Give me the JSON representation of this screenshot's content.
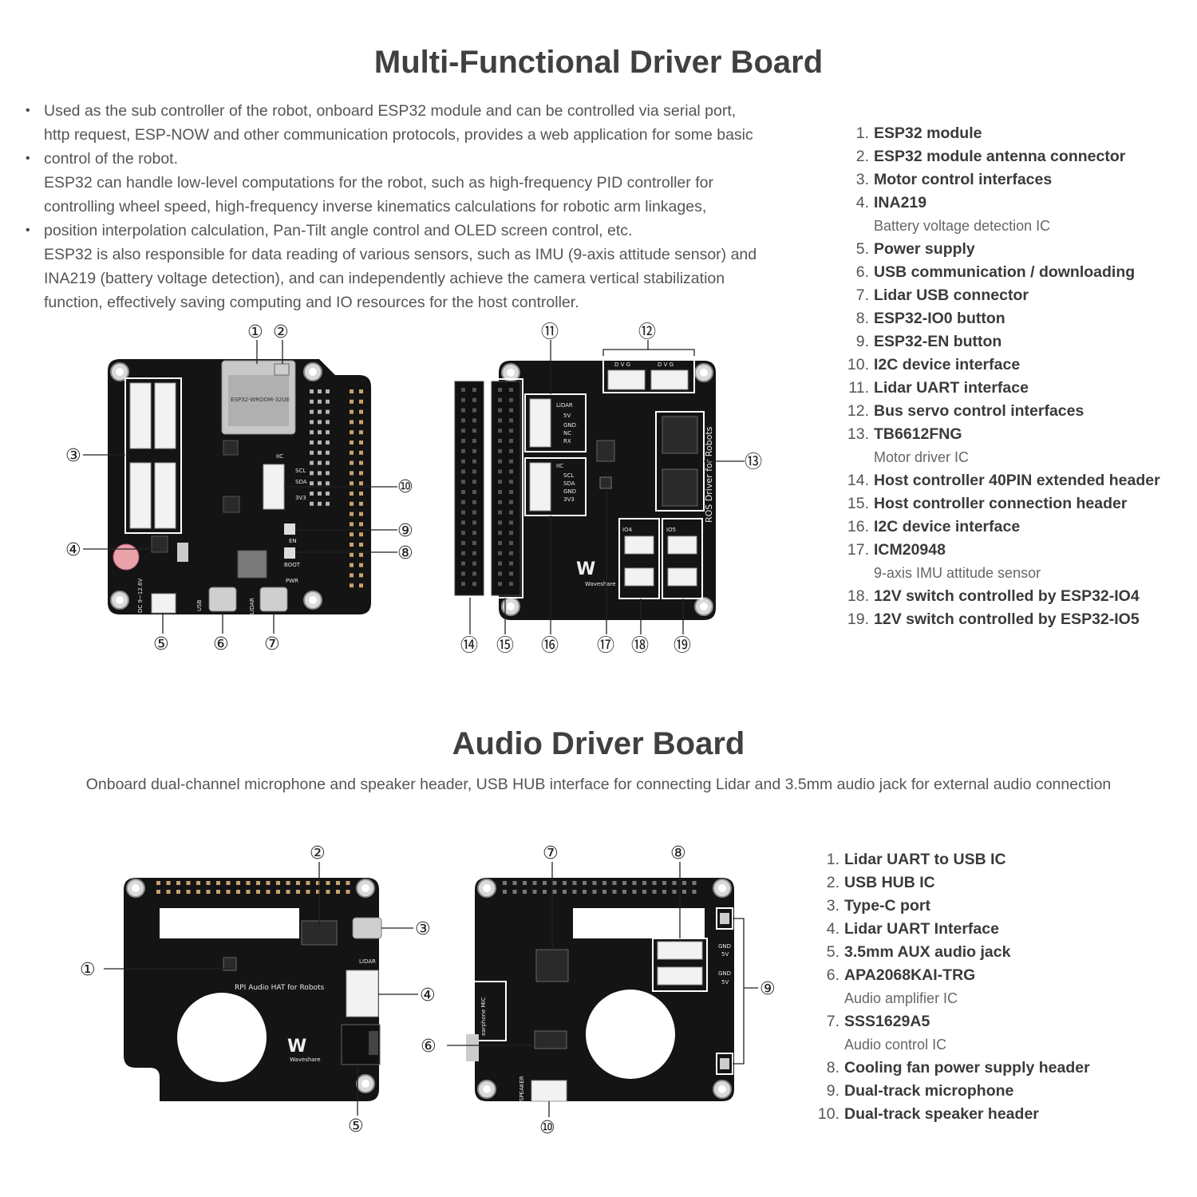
{
  "section1": {
    "title": "Multi-Functional Driver Board",
    "bullets": [
      {
        "lines": [
          "Used as the sub controller of the robot, onboard ESP32 module and can be controlled via serial port,",
          "http request, ESP-NOW and other communication protocols, provides a web application for some basic"
        ]
      },
      {
        "lines": [
          "control of the robot.",
          "ESP32 can handle low-level computations for the robot, such as high-frequency PID controller for",
          "controlling wheel speed, high-frequency inverse kinematics calculations for robotic arm linkages,"
        ]
      },
      {
        "lines": [
          "position interpolation calculation, Pan-Tilt angle control and OLED screen control, etc.",
          "ESP32 is also responsible for data reading of various sensors, such as IMU (9-axis attitude sensor) and",
          "INA219 (battery voltage detection), and can independently achieve the camera vertical stabilization",
          "function, effectively saving computing and IO resources for the host controller."
        ]
      }
    ],
    "features": [
      {
        "num": "1.",
        "label": "ESP32 module",
        "sub": ""
      },
      {
        "num": "2.",
        "label": "ESP32 module antenna connector",
        "sub": ""
      },
      {
        "num": "3.",
        "label": "Motor control interfaces",
        "sub": ""
      },
      {
        "num": "4.",
        "label": "INA219",
        "sub": "Battery voltage detection IC"
      },
      {
        "num": "5.",
        "label": "Power supply",
        "sub": ""
      },
      {
        "num": "6.",
        "label": "USB communication / downloading",
        "sub": ""
      },
      {
        "num": "7.",
        "label": "Lidar USB connector",
        "sub": ""
      },
      {
        "num": "8.",
        "label": "ESP32-IO0 button",
        "sub": ""
      },
      {
        "num": "9.",
        "label": "ESP32-EN button",
        "sub": ""
      },
      {
        "num": "10.",
        "label": "I2C device interface",
        "sub": ""
      },
      {
        "num": "11.",
        "label": "Lidar UART interface",
        "sub": ""
      },
      {
        "num": "12.",
        "label": "Bus servo control interfaces",
        "sub": ""
      },
      {
        "num": "13.",
        "label": "TB6612FNG",
        "sub": "Motor driver IC"
      },
      {
        "num": "14.",
        "label": "Host controller 40PIN extended header",
        "sub": ""
      },
      {
        "num": "15.",
        "label": "Host controller connection header",
        "sub": ""
      },
      {
        "num": "16.",
        "label": "I2C device interface",
        "sub": ""
      },
      {
        "num": "17.",
        "label": "ICM20948",
        "sub": "9-axis IMU attitude sensor"
      },
      {
        "num": "18.",
        "label": "12V switch controlled by ESP32-IO4",
        "sub": ""
      },
      {
        "num": "19.",
        "label": "12V switch controlled by ESP32-IO5",
        "sub": ""
      }
    ],
    "callouts": [
      "①",
      "②",
      "③",
      "④",
      "⑤",
      "⑥",
      "⑦",
      "⑧",
      "⑨",
      "⑩",
      "⑪",
      "⑫",
      "⑬",
      "⑭",
      "⑮",
      "⑯",
      "⑰",
      "⑱",
      "⑲"
    ],
    "board_text": {
      "esp_module": "ESP32-WROOM-32UE",
      "iic": "IIC",
      "scl": "SCL",
      "sda": "SDA",
      "v33": "3V3",
      "en": "EN",
      "boot": "BOOT",
      "pwr": "PWR",
      "dc": "DC 9~12.6V",
      "usb": "USB",
      "lidar": "LIDAR",
      "ros_label": "ROS Driver for Robots",
      "lidar_hdr": "LiDAR",
      "v5": "5V",
      "gnd": "GND",
      "nc": "NC",
      "rx": "RX",
      "io4": "IO4",
      "io5": "IO5",
      "dvg": "D V G",
      "brand": "Waveshare"
    }
  },
  "section2": {
    "title": "Audio Driver Board",
    "intro": "Onboard dual-channel microphone and speaker header, USB HUB interface for connecting Lidar and 3.5mm audio jack for external audio connection",
    "features": [
      {
        "num": "1.",
        "label": "Lidar UART to USB IC",
        "sub": ""
      },
      {
        "num": "2.",
        "label": "USB HUB IC",
        "sub": ""
      },
      {
        "num": "3.",
        "label": "Type-C port",
        "sub": ""
      },
      {
        "num": "4.",
        "label": "Lidar UART Interface",
        "sub": ""
      },
      {
        "num": "5.",
        "label": "3.5mm AUX audio jack",
        "sub": ""
      },
      {
        "num": "6.",
        "label": "APA2068KAI-TRG",
        "sub": "Audio amplifier IC"
      },
      {
        "num": "7.",
        "label": "SSS1629A5",
        "sub": "Audio control IC"
      },
      {
        "num": "8.",
        "label": "Cooling fan power supply header",
        "sub": ""
      },
      {
        "num": "9.",
        "label": "Dual-track microphone",
        "sub": ""
      },
      {
        "num": "10.",
        "label": "Dual-track speaker header",
        "sub": ""
      }
    ],
    "callouts": [
      "①",
      "②",
      "③",
      "④",
      "⑤",
      "⑥",
      "⑦",
      "⑧",
      "⑨",
      "⑩"
    ],
    "board_text": {
      "hat_label": "RPI Audio HAT for Robots",
      "lidar": "LIDAR",
      "brand": "Waveshare",
      "speaker": "SPEAKER",
      "gnd": "GND",
      "v5": "5V",
      "mic": "earphone MIC"
    }
  }
}
